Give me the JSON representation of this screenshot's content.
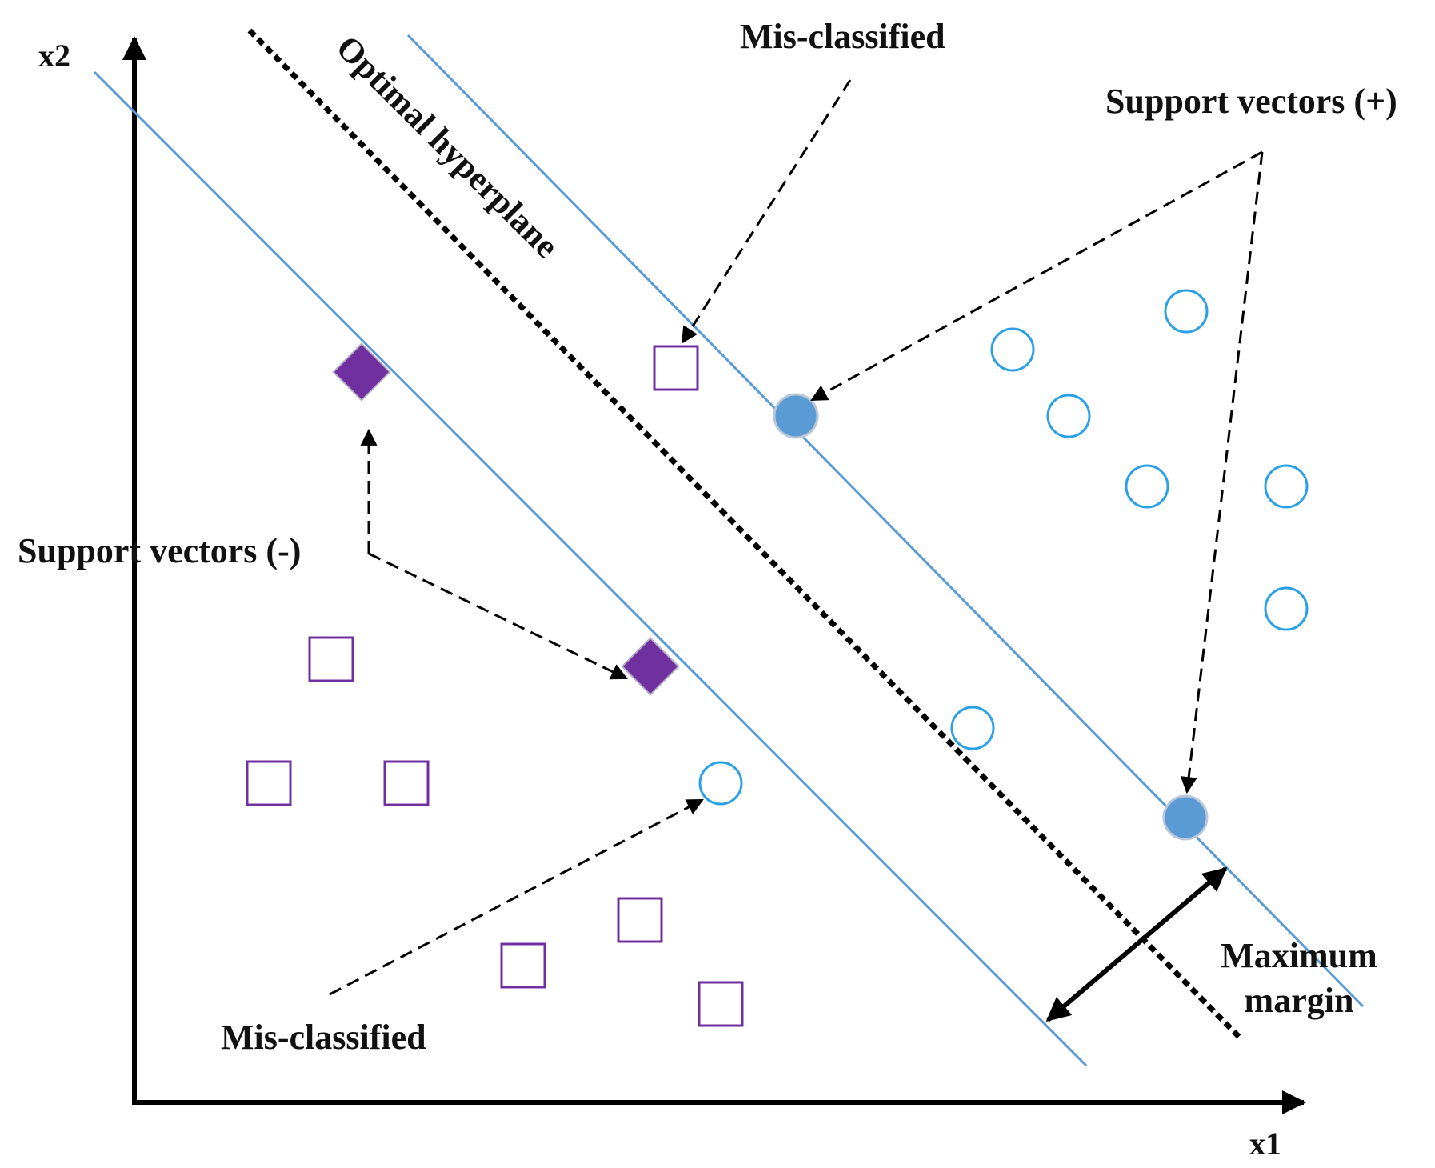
{
  "axes": {
    "x_label": "x1",
    "y_label": "x2"
  },
  "labels": {
    "hyperplane": "Optimal hyperplane",
    "misclassified_top": "Mis-classified",
    "misclassified_bottom": "Mis-classified",
    "support_pos": "Support vectors (+)",
    "support_neg": "Support vectors (-)",
    "margin_line1": "Maximum",
    "margin_line2": "margin"
  },
  "colors": {
    "margin_line": "#5b9bd5",
    "positive_class": "#2aa0e6",
    "positive_support": "#5b9bd5",
    "negative_class": "#7030a0",
    "axis": "#000000",
    "text": "#111111"
  }
}
